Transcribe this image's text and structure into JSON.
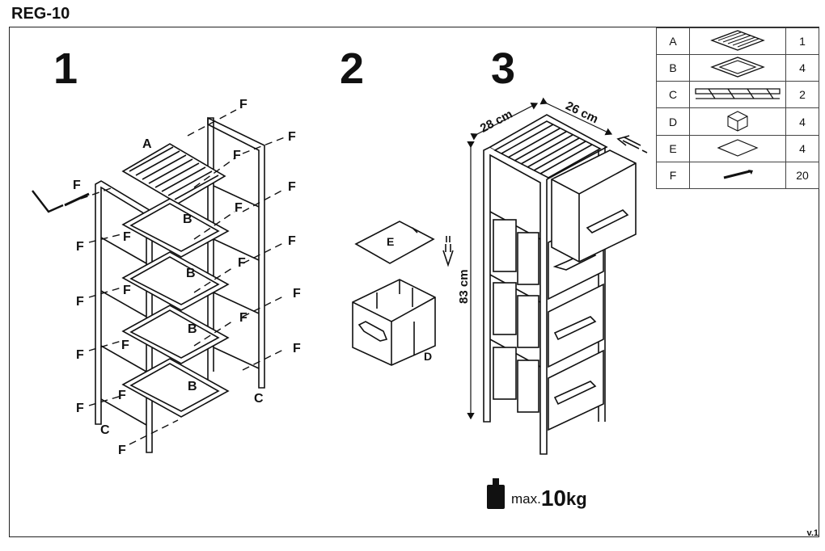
{
  "title": "REG-10",
  "version": "v.1",
  "steps": [
    "1",
    "2",
    "3"
  ],
  "part_labels": {
    "A": "A",
    "B": "B",
    "C": "C",
    "D": "D",
    "E": "E",
    "F": "F"
  },
  "dimensions": {
    "width": "28 cm",
    "depth": "26 cm",
    "height": "83 cm"
  },
  "max_load": {
    "prefix": "max.",
    "value": "10",
    "unit": "kg"
  },
  "parts": [
    {
      "letter": "A",
      "icon": "slatted-shelf-icon",
      "qty": "1"
    },
    {
      "letter": "B",
      "icon": "shelf-frame-icon",
      "qty": "4"
    },
    {
      "letter": "C",
      "icon": "ladder-side-frame-icon",
      "qty": "2"
    },
    {
      "letter": "D",
      "icon": "fabric-drawer-box-icon",
      "qty": "4"
    },
    {
      "letter": "E",
      "icon": "drawer-base-board-icon",
      "qty": "4"
    },
    {
      "letter": "F",
      "icon": "screw-icon",
      "qty": "20"
    }
  ]
}
